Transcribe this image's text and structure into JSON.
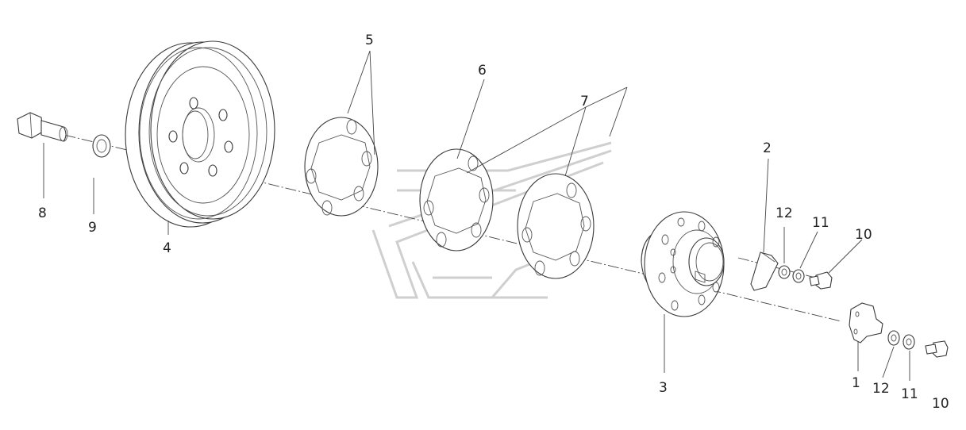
{
  "labels": {
    "p1": "1",
    "p2": "2",
    "p3": "3",
    "p4": "4",
    "p5": "5",
    "p6": "6",
    "p7": "7",
    "p8": "8",
    "p9": "9",
    "p10a": "10",
    "p10b": "10",
    "p11a": "11",
    "p11b": "11",
    "p12a": "12",
    "p12b": "12"
  }
}
